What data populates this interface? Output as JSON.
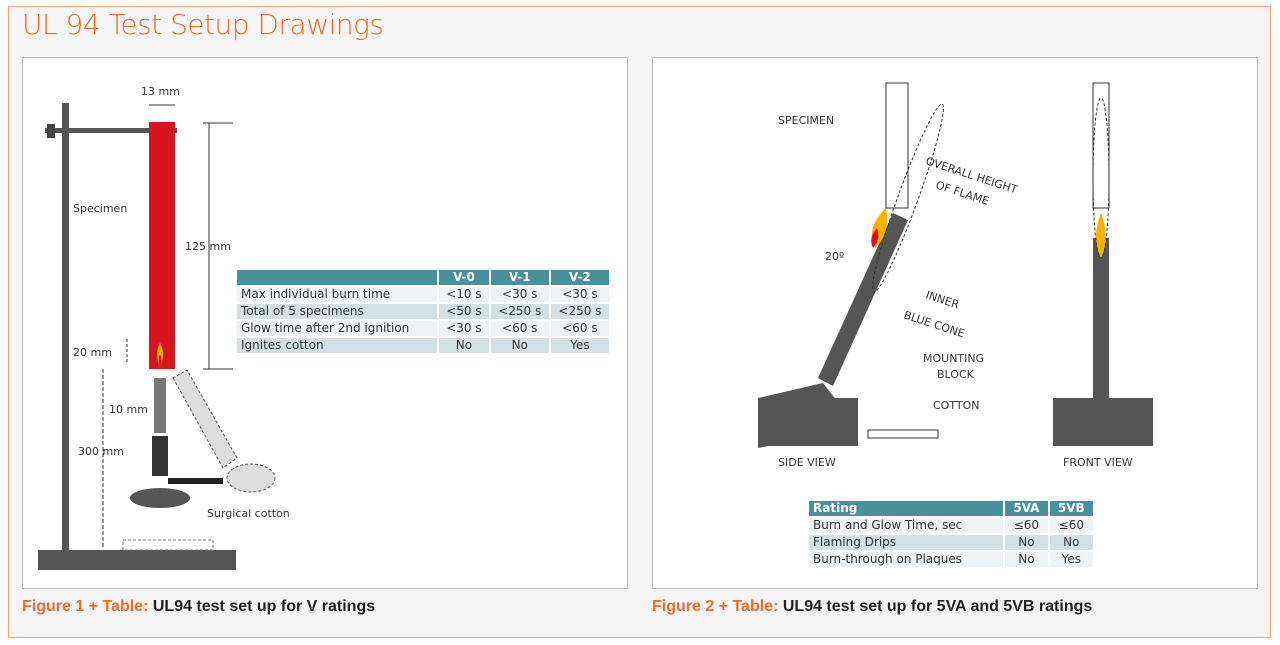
{
  "title": "UL 94 Test Setup Drawings",
  "figure1": {
    "labels": {
      "width": "13 mm",
      "specimen": "Specimen",
      "length": "125 mm",
      "flame": "20 mm",
      "gap": "10 mm",
      "height": "300 mm",
      "cotton": "Surgical cotton"
    },
    "table": {
      "headers": [
        "",
        "V-0",
        "V-1",
        "V-2"
      ],
      "rows": [
        [
          "Max individual burn time",
          "<10 s",
          "<30 s",
          "<30 s"
        ],
        [
          "Total of 5 specimens",
          "<50 s",
          "<250 s",
          "<250 s"
        ],
        [
          "Glow time after 2nd ignition",
          "<30 s",
          "<60 s",
          "<60 s"
        ],
        [
          "Ignites cotton",
          "No",
          "No",
          "Yes"
        ]
      ]
    },
    "caption_prefix": "Figure 1 + Table:",
    "caption": "UL94 test set up for V ratings"
  },
  "figure2": {
    "labels": {
      "specimen": "SPECIMEN",
      "overall1": "OVERALL HEIGHT",
      "overall2": "OF FLAME",
      "angle": "20º",
      "cone1": "INNER",
      "cone2": "BLUE CONE",
      "mount1": "MOUNTING",
      "mount2": "BLOCK",
      "cotton": "COTTON",
      "side": "SIDE VIEW",
      "front": "FRONT VIEW"
    },
    "table": {
      "headers": [
        "Rating",
        "5VA",
        "5VB"
      ],
      "rows": [
        [
          "Burn and Glow Time, sec",
          "≤60",
          "≤60"
        ],
        [
          "Flaming Drips",
          "No",
          "No"
        ],
        [
          "Burn-through on Plaques",
          "No",
          "Yes"
        ]
      ]
    },
    "caption_prefix": "Figure 2 + Table:",
    "caption": "UL94 test set up for 5VA and 5VB ratings"
  },
  "colors": {
    "accent": "#ef6a2c",
    "table_header": "#4a8f9c",
    "specimen": "#d7141f"
  }
}
